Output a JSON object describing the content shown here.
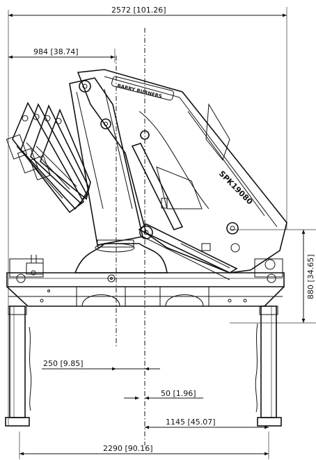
{
  "dimensions": {
    "overall_width": "2572  [101.26]",
    "reach_offset": "984  [38.74]",
    "height": "880  [34.65]",
    "foot_offset": "250  [9.85]",
    "center_offset": "50  [1.96]",
    "rear_offset": "1145  [45.07]",
    "leg_span": "2290  [90.16]"
  },
  "brand": {
    "boom_label": "BARRY BURNERS",
    "model_label": "SPK19080"
  }
}
